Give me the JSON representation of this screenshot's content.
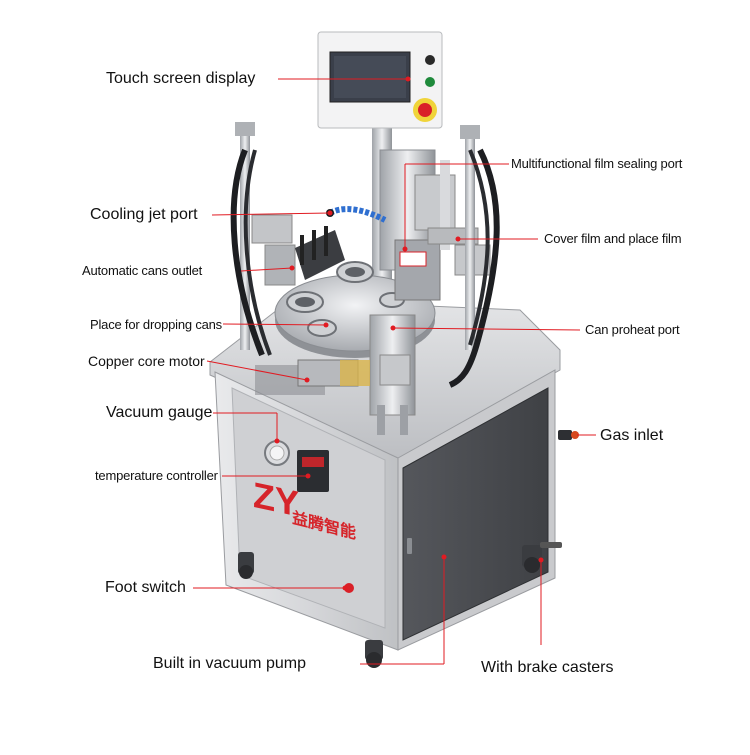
{
  "callouts": {
    "touch_screen": "Touch screen display",
    "cooling_jet": "Cooling jet port",
    "auto_cans_outlet": "Automatic cans outlet",
    "place_dropping": "Place for dropping cans",
    "copper_motor": "Copper core motor",
    "vacuum_gauge": "Vacuum gauge",
    "temp_controller": "temperature controller",
    "foot_switch": "Foot switch",
    "vacuum_pump": "Built in vacuum pump",
    "film_sealing": "Multifunctional film sealing port",
    "cover_film": "Cover film and place film",
    "can_preheat": "Can proheat port",
    "gas_inlet": "Gas inlet",
    "brake_casters": "With brake casters"
  },
  "machine": {
    "brand_mark": "ZY",
    "brand_cn": "益腾智能"
  },
  "colors": {
    "callout_line": "#e11b22",
    "callout_dot": "#e11b22",
    "cabinet_gray": "#d9dadc",
    "cabinet_dark": "#4a4c50",
    "brand_red": "#d6242a",
    "screen": "#3a3f4a"
  }
}
